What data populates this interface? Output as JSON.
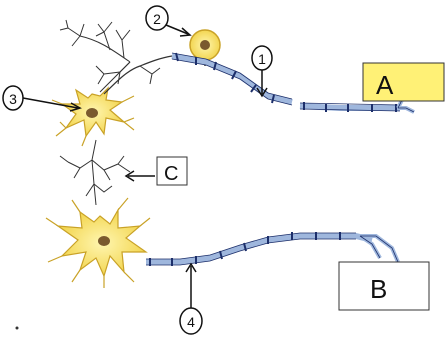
{
  "callouts": {
    "n1": "1",
    "n2": "2",
    "n3": "3",
    "n4": "4"
  },
  "boxes": {
    "a": "A",
    "b": "B",
    "c": "C"
  },
  "colors": {
    "cell_body": "#f4dd63",
    "cell_outline": "#c9a227",
    "nucleus": "#7a5a2e",
    "myelin": "#9fb7dd",
    "myelin_stripe": "#1d2f6a",
    "box_a_fill": "#fff176",
    "line": "#111111"
  }
}
